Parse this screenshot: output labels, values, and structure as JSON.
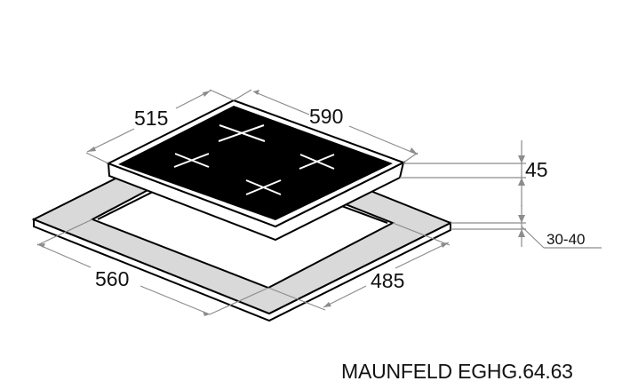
{
  "title": "MAUNFELD EGHG.64.63",
  "dimensions": {
    "hob_depth": "515",
    "hob_width": "590",
    "hob_height": "45",
    "countertop_thickness": "30-40",
    "cutout_width": "560",
    "cutout_depth": "485"
  },
  "colors": {
    "glass": "#000000",
    "countertop": "#d9d9d9",
    "dimension_line": "#8c8c8c",
    "outline": "#000000"
  },
  "burners": 4
}
